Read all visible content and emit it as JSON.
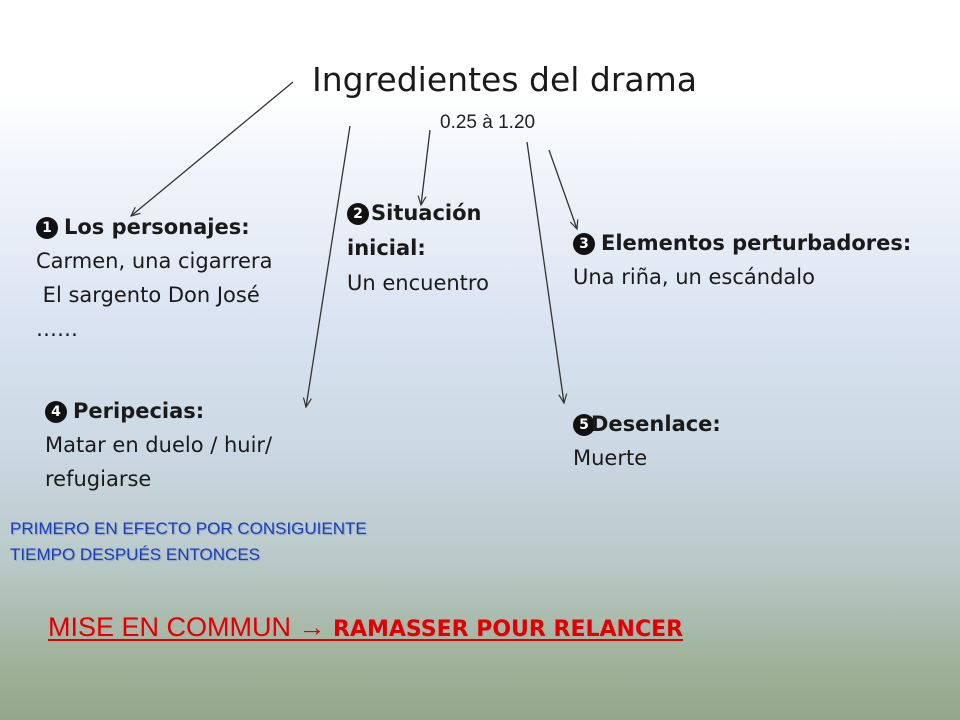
{
  "title": "Ingredientes del drama",
  "time_range": "0.25 à 1.20",
  "ingredients": [
    {
      "number": "1",
      "heading": "Los personajes:",
      "lines": [
        "Carmen, una cigarrera",
        " El sargento Don José",
        "……"
      ]
    },
    {
      "number": "2",
      "heading": "Situación",
      "heading_cont": "inicial:",
      "lines": [
        "Un encuentro"
      ]
    },
    {
      "number": "3",
      "heading": "Elementos perturbadores:",
      "lines": [
        "Una riña, un escándalo"
      ]
    },
    {
      "number": "4",
      "heading": "Peripecias:",
      "lines": [
        "Matar en duelo / huir/",
        "refugiarse"
      ]
    },
    {
      "number": "5",
      "heading": "Desenlace:",
      "lines": [
        "Muerte"
      ]
    }
  ],
  "connectors": [
    "PRIMERO EN EFECTO POR CONSIGUIENTE",
    "TIEMPO DESPUÉS ENTONCES"
  ],
  "footer": {
    "part1": "MISE EN COMMUN → ",
    "part2": "RAMASSER POUR RELANCER"
  },
  "colors": {
    "connectors": "#1a3fb3",
    "footer": "#e00000"
  },
  "icons": {
    "numbers": "dingbat-negative-circled-digit"
  }
}
